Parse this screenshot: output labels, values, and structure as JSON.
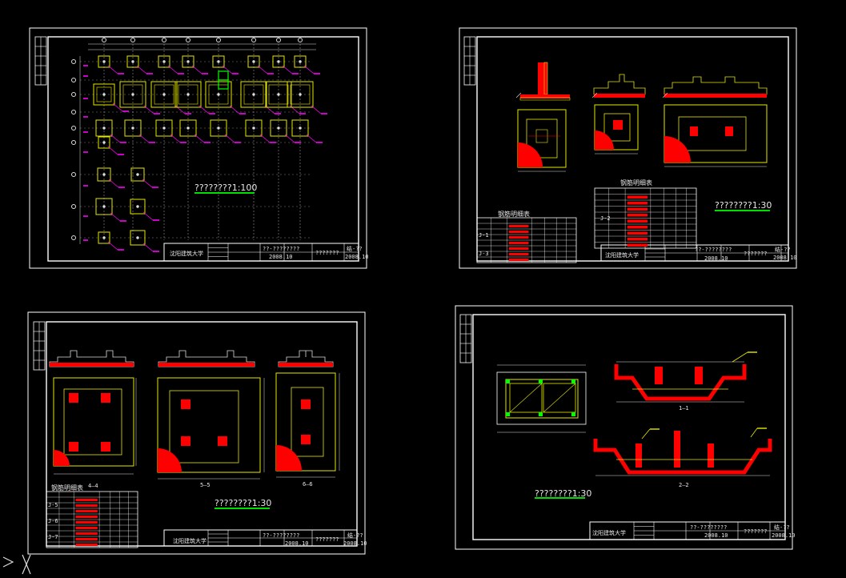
{
  "app": {
    "background": "#000000",
    "accent_colors": {
      "frame": "#ffffff",
      "outline": "#e6e600",
      "dimension": "#ff00ff",
      "rebar": "#ff0000",
      "label_underline": "#00dd00",
      "grid": "#dddddd"
    }
  },
  "sheets": [
    {
      "id": "sheet-1",
      "scale_label": "????????1:100",
      "titleblock": {
        "org": "沈阳建筑大学",
        "drawing": "??-????????",
        "date": "2008.10",
        "field": "???????",
        "sheet_no": "结-??",
        "version": "2008.10"
      }
    },
    {
      "id": "sheet-2",
      "scale_label": "????????1:30",
      "table_title": "钢筋明细表",
      "table_title_2": "钢筋明细表",
      "table_row_labels": [
        "J-1",
        "J-2",
        "J-3"
      ],
      "titleblock": {
        "org": "沈阳建筑大学",
        "drawing": "??-????????",
        "date": "2008.10",
        "field": "???????",
        "sheet_no": "结-??",
        "version": "2008.10"
      }
    },
    {
      "id": "sheet-3",
      "scale_label": "????????1:30",
      "table_title": "钢筋明细表",
      "table_row_labels": [
        "J-5",
        "J-6",
        "J-7"
      ],
      "section_labels": [
        "4—4",
        "5—5",
        "6—6"
      ],
      "titleblock": {
        "org": "沈阳建筑大学",
        "drawing": "??-????????",
        "date": "2008.10",
        "field": "???????",
        "sheet_no": "结-??",
        "version": "2008.10"
      }
    },
    {
      "id": "sheet-4",
      "scale_label": "????????1:30",
      "section_labels": [
        "1—1",
        "2—2"
      ],
      "titleblock": {
        "org": "沈阳建筑大学",
        "drawing": "??-????????",
        "date": "2008.10",
        "field": "???????",
        "sheet_no": "结-??",
        "version": "2008.10"
      }
    }
  ],
  "cursor": {
    "icon": "ucs-icon"
  }
}
